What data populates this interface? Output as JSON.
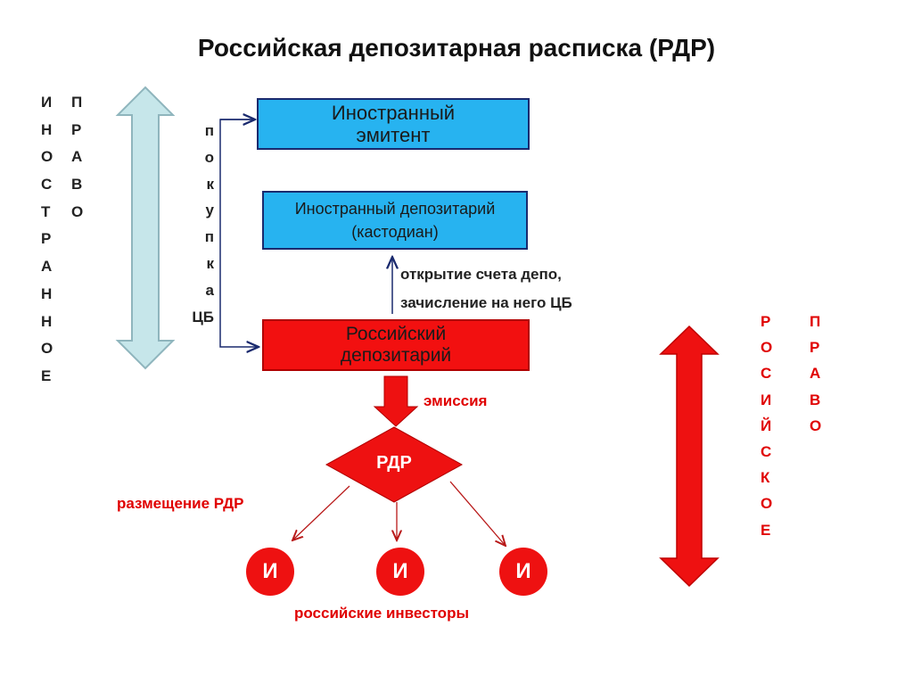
{
  "title": "Российская депозитарная расписка (РДР)",
  "foreign_law": {
    "col1": [
      "И",
      "Н",
      "О",
      "С",
      "Т",
      "Р",
      "А",
      "Н",
      "Н",
      "О",
      "Е"
    ],
    "col2": [
      "П",
      "Р",
      "А",
      "В",
      "О"
    ]
  },
  "purchase": {
    "letters": [
      "п",
      "о",
      "к",
      "у",
      "п",
      "к",
      "а"
    ],
    "cb": "ЦБ"
  },
  "boxes": {
    "emitent": [
      "Иностранный",
      "эмитент"
    ],
    "custodian": [
      "Иностранный депозитарий",
      "(кастодиан)"
    ],
    "russian_depository": [
      "Российский",
      "депозитарий"
    ]
  },
  "account_note": [
    "открытие счета депо,",
    "зачисление на него ЦБ"
  ],
  "emission_label": "эмиссия",
  "rdr_label": "РДР",
  "placement_label": "размещение РДР",
  "investor_label": "И",
  "investors_caption": "российские инвесторы",
  "russian_law": {
    "col1": [
      "Р",
      "О",
      "С",
      "И",
      "Й",
      "С",
      "К",
      "О",
      "Е"
    ],
    "col2": [
      "П",
      "Р",
      "А",
      "В",
      "О"
    ]
  },
  "colors": {
    "blue_box": "#27b3f0",
    "red": "#f21010",
    "teal_arrow": "#c6e6ea"
  }
}
